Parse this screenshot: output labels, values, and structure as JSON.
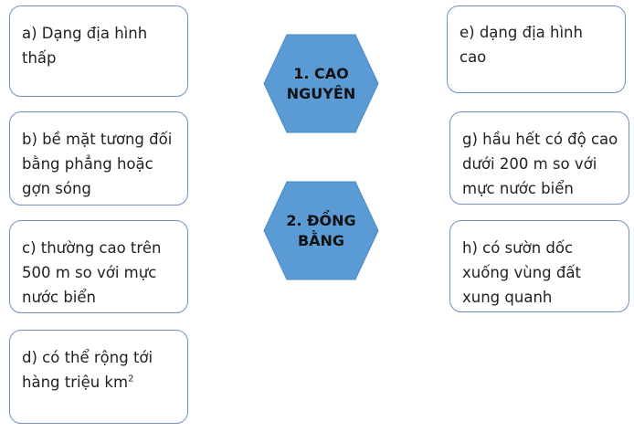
{
  "colors": {
    "hexagon_fill": "#5b9bd5",
    "box_border": "#6f8fc8"
  },
  "hexagons": [
    {
      "id": "cao-nguyen",
      "label": "1. CAO\nNGUYÊN"
    },
    {
      "id": "dong-bang",
      "label": "2. ĐỒNG\nBẰNG"
    }
  ],
  "left_boxes": [
    {
      "id": "a",
      "text": "a) Dạng địa hình thấp"
    },
    {
      "id": "b",
      "text": "b) bề mặt tương đối bằng phẳng hoặc gợn sóng"
    },
    {
      "id": "c",
      "text": "c) thường cao trên 500 m so với mực nước biển"
    },
    {
      "id": "d",
      "text": "d) có thể rộng tới hàng triệu km",
      "superscript": "2"
    }
  ],
  "right_boxes": [
    {
      "id": "e",
      "text": "e) dạng địa hình cao"
    },
    {
      "id": "g",
      "text": "g) hầu hết có độ cao dưới 200 m so với mực nước biển"
    },
    {
      "id": "h",
      "text": "h) có sườn dốc xuống vùng đất xung quanh"
    }
  ]
}
